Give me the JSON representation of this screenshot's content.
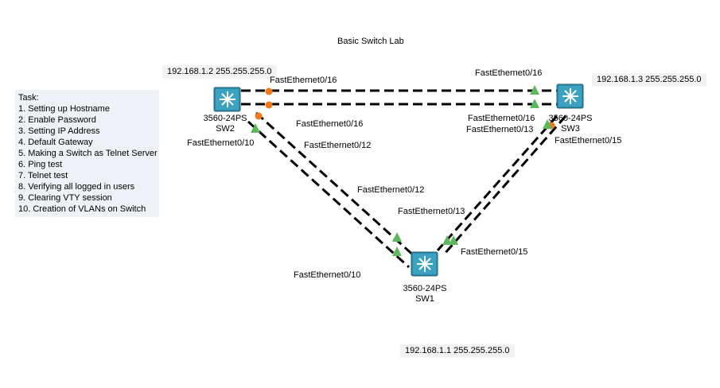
{
  "title": "Basic Switch Lab",
  "task_note": {
    "heading": "Task:",
    "items": [
      "1. Setting up Hostname",
      "2. Enable Password",
      "3. Setting IP Address",
      "4. Default Gateway",
      "5. Making a Switch as Telnet Server",
      "6. Ping test",
      "7. Telnet test",
      "8. Verifying all logged in users",
      "9. Clearing VTY session",
      "10. Creation of VLANs on Switch"
    ]
  },
  "devices": {
    "sw2": {
      "model": "3560-24PS",
      "name": "SW2",
      "address": "192.168.1.2  255.255.255.0"
    },
    "sw3": {
      "model": "3560-24PS",
      "name": "SW3",
      "address": "192.168.1.3  255.255.255.0"
    },
    "sw1": {
      "model": "3560-24PS",
      "name": "SW1",
      "address": "192.168.1.1  255.255.255.0"
    }
  },
  "port_labels": {
    "sw2_top_fa016": "FastEthernet0/16",
    "sw2_mid_fa016": "FastEthernet0/16",
    "sw2_fa012": "FastEthernet0/12",
    "sw2_fa010": "FastEthernet0/10",
    "sw3_top_fa016": "FastEthernet0/16",
    "sw3_mid_fa016": "FastEthernet0/16",
    "sw3_fa013": "FastEthernet0/13",
    "sw3_fa015": "FastEthernet0/15",
    "sw1_fa012": "FastEthernet0/12",
    "sw1_fa013": "FastEthernet0/13",
    "sw1_fa015": "FastEthernet0/15",
    "sw1_fa010": "FastEthernet0/10"
  },
  "colors": {
    "link_line": "#000000",
    "link_up": "#5cb85c",
    "link_blocking": "#f07a1a",
    "switch_body": "#2f8ca8",
    "address_bg": "#f2f2f2",
    "note_bg": "#eef1f6"
  },
  "icons": {
    "switch": "multilayer-switch-icon",
    "link_up": "green-triangle-icon",
    "link_blocking": "orange-circle-icon"
  }
}
